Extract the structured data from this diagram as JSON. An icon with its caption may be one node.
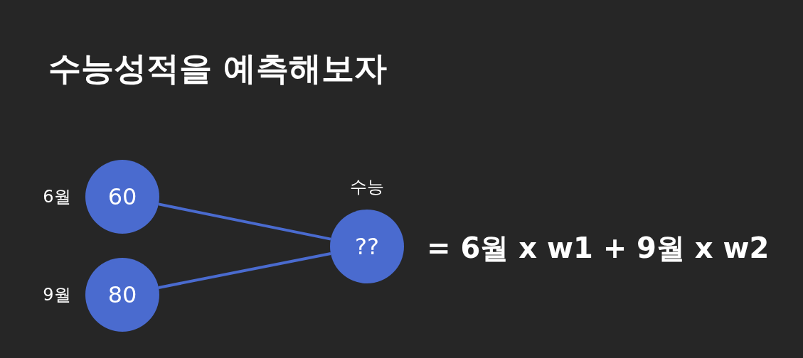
{
  "diagram": {
    "title": "수능성적을 예측해보자",
    "nodes": [
      {
        "text": [
          "60"
        ],
        "beside": [
          "6월"
        ]
      },
      {
        "text": [
          "80"
        ],
        "beside": [
          "9월"
        ]
      },
      {
        "text": [
          "??"
        ],
        "beside": [
          "수능"
        ]
      }
    ],
    "edges": [
      {
        "from": 0,
        "to": 2,
        "arrow": "none"
      },
      {
        "from": 1,
        "to": 2,
        "arrow": "none"
      }
    ],
    "labels": [
      "= 6월 x w1 + 9월 x w2"
    ]
  }
}
